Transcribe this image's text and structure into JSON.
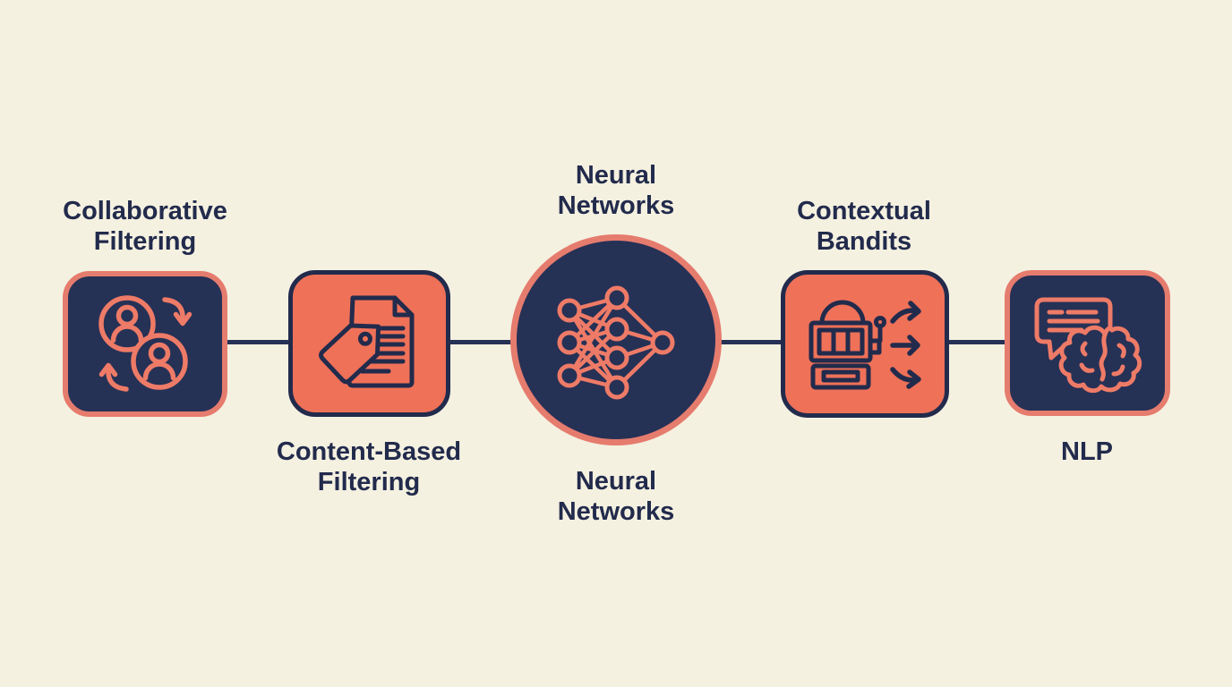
{
  "diagram_type": "process-flow-infographic",
  "colors": {
    "background": "#f5f1e1",
    "navy": "#263156",
    "navy_deep": "#222b4c",
    "coral": "#ef7158",
    "coral_border": "#e57c6e",
    "coral_icon": "#ee7b67"
  },
  "flow_order": [
    "collaborative-filtering",
    "content-based-filtering",
    "neural-networks",
    "contextual-bandits",
    "nlp"
  ],
  "nodes": [
    {
      "id": "collaborative-filtering",
      "line1": "Collaborative",
      "line2": "Filtering",
      "label_position": "above",
      "shape": "rounded-square",
      "fill": "navy",
      "border": "coral",
      "icon": "users-sync-icon"
    },
    {
      "id": "content-based-filtering",
      "line1": "Content-Based",
      "line2": "Filtering",
      "label_position": "below",
      "shape": "rounded-square",
      "fill": "coral",
      "border": "navy",
      "icon": "tag-document-icon"
    },
    {
      "id": "neural-networks",
      "line1": "Neural",
      "line2": "Networks",
      "label_position": "above-and-below",
      "shape": "circle",
      "fill": "navy",
      "border": "coral",
      "icon": "neural-network-icon"
    },
    {
      "id": "contextual-bandits",
      "line1": "Contextual",
      "line2": "Bandits",
      "label_position": "above",
      "shape": "rounded-square",
      "fill": "coral",
      "border": "navy",
      "icon": "slot-machine-arrows-icon"
    },
    {
      "id": "nlp",
      "line1": "NLP",
      "label_position": "below",
      "shape": "rounded-square",
      "fill": "navy",
      "border": "coral",
      "icon": "chat-brain-icon"
    }
  ]
}
